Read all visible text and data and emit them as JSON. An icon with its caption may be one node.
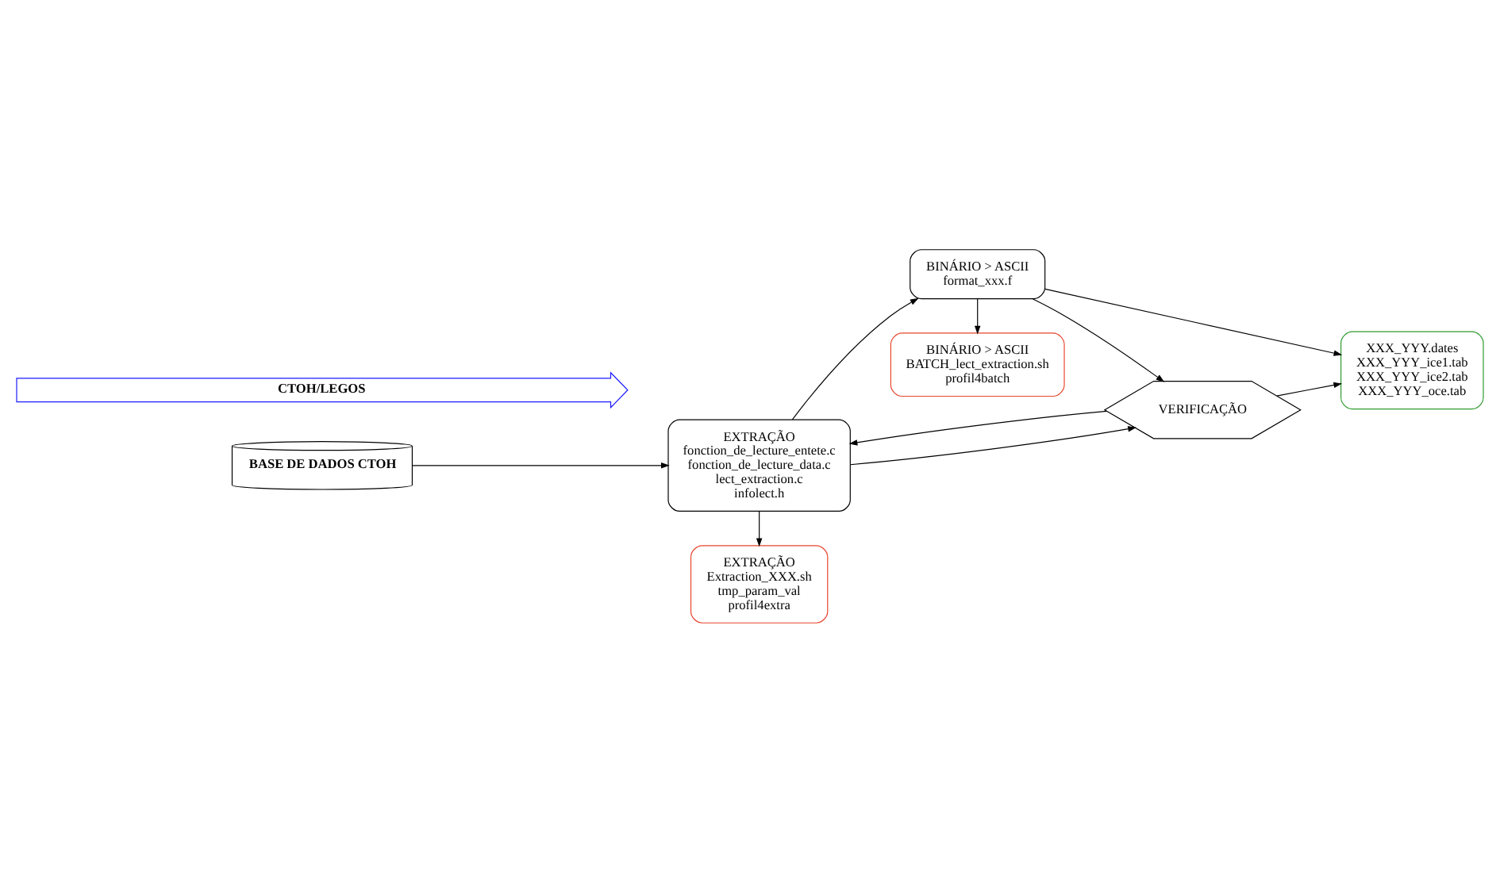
{
  "diagram": {
    "nodes": [
      {
        "text": [
          "BASE DE DADOS CTOH"
        ]
      },
      {
        "text": [
          "EXTRAÇÃO",
          "Extraction_XXX.sh",
          "tmp_param_val",
          "profil4extra"
        ]
      },
      {
        "text": [
          "BINÁRIO > ASCII",
          "BATCH_lect_extraction.sh",
          "profil4batch"
        ]
      },
      {
        "text": [
          "EXTRAÇÃO",
          "fonction_de_lecture_entete.c",
          "fonction_de_lecture_data.c",
          "lect_extraction.c",
          "infolect.h"
        ]
      },
      {
        "text": [
          "BINÁRIO > ASCII",
          "format_xxx.f"
        ]
      },
      {
        "text": [
          "XXX_YYY.dates",
          "XXX_YYY_ice1.tab",
          "XXX_YYY_ice2.tab",
          "XXX_YYY_oce.tab"
        ]
      },
      {
        "text": [
          "VERIFICAÇÃO"
        ]
      },
      {
        "text": [
          "CTOH/LEGOS"
        ]
      }
    ],
    "edges": [
      {
        "from": 0,
        "to": 3,
        "arrow": "to"
      },
      {
        "from": 3,
        "to": 1,
        "arrow": "to"
      },
      {
        "from": 3,
        "to": 4,
        "arrow": "to"
      },
      {
        "from": 4,
        "to": 2,
        "arrow": "to"
      },
      {
        "from": 4,
        "to": 5,
        "arrow": "to"
      },
      {
        "from": 3,
        "to": 6,
        "arrow": "to"
      },
      {
        "from": 4,
        "to": 6,
        "arrow": "to"
      },
      {
        "from": 6,
        "to": 3,
        "arrow": "to"
      },
      {
        "from": 6,
        "to": 5,
        "arrow": "to"
      }
    ]
  }
}
